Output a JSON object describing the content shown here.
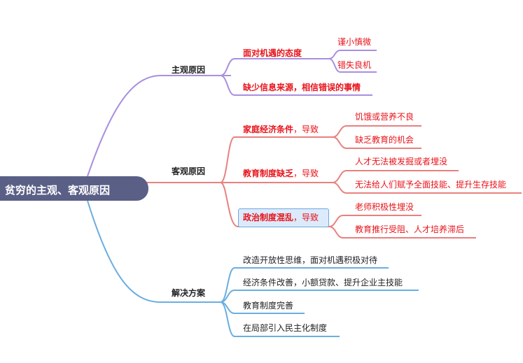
{
  "root": "贫穷的主观、客观原因",
  "colors": {
    "subjective": "#a98fe0",
    "objective": "#e8817f",
    "solution": "#6aaee0",
    "root": "#5a5f86"
  },
  "branches": [
    {
      "label": "主观原因",
      "children": [
        {
          "label": "面对机遇的态度",
          "children": [
            "谨小慎微",
            "错失良机"
          ]
        },
        {
          "label": "缺少信息来源，相信错误的事情"
        }
      ]
    },
    {
      "label": "客观原因",
      "children": [
        {
          "label": "家庭经济条件",
          "suffix": "，导致",
          "children": [
            "饥饿或营养不良",
            "缺乏教育的机会"
          ]
        },
        {
          "label": "教育制度缺乏",
          "suffix": "，导致",
          "children": [
            "人才无法被发掘或者埋没",
            "无法给人们赋予全面技能、提升生存技能"
          ]
        },
        {
          "label": "政治制度混乱",
          "suffix": "，导致",
          "children": [
            "老师积极性埋没",
            "教育推行受阻、人才培养滞后"
          ]
        }
      ]
    },
    {
      "label": "解决方案",
      "children": [
        {
          "label": "改造开放性思维，面对机遇积极对待"
        },
        {
          "label": "经济条件改善，小额贷款、提升企业主技能"
        },
        {
          "label": "教育制度完善"
        },
        {
          "label": "在局部引入民主化制度"
        }
      ]
    }
  ]
}
